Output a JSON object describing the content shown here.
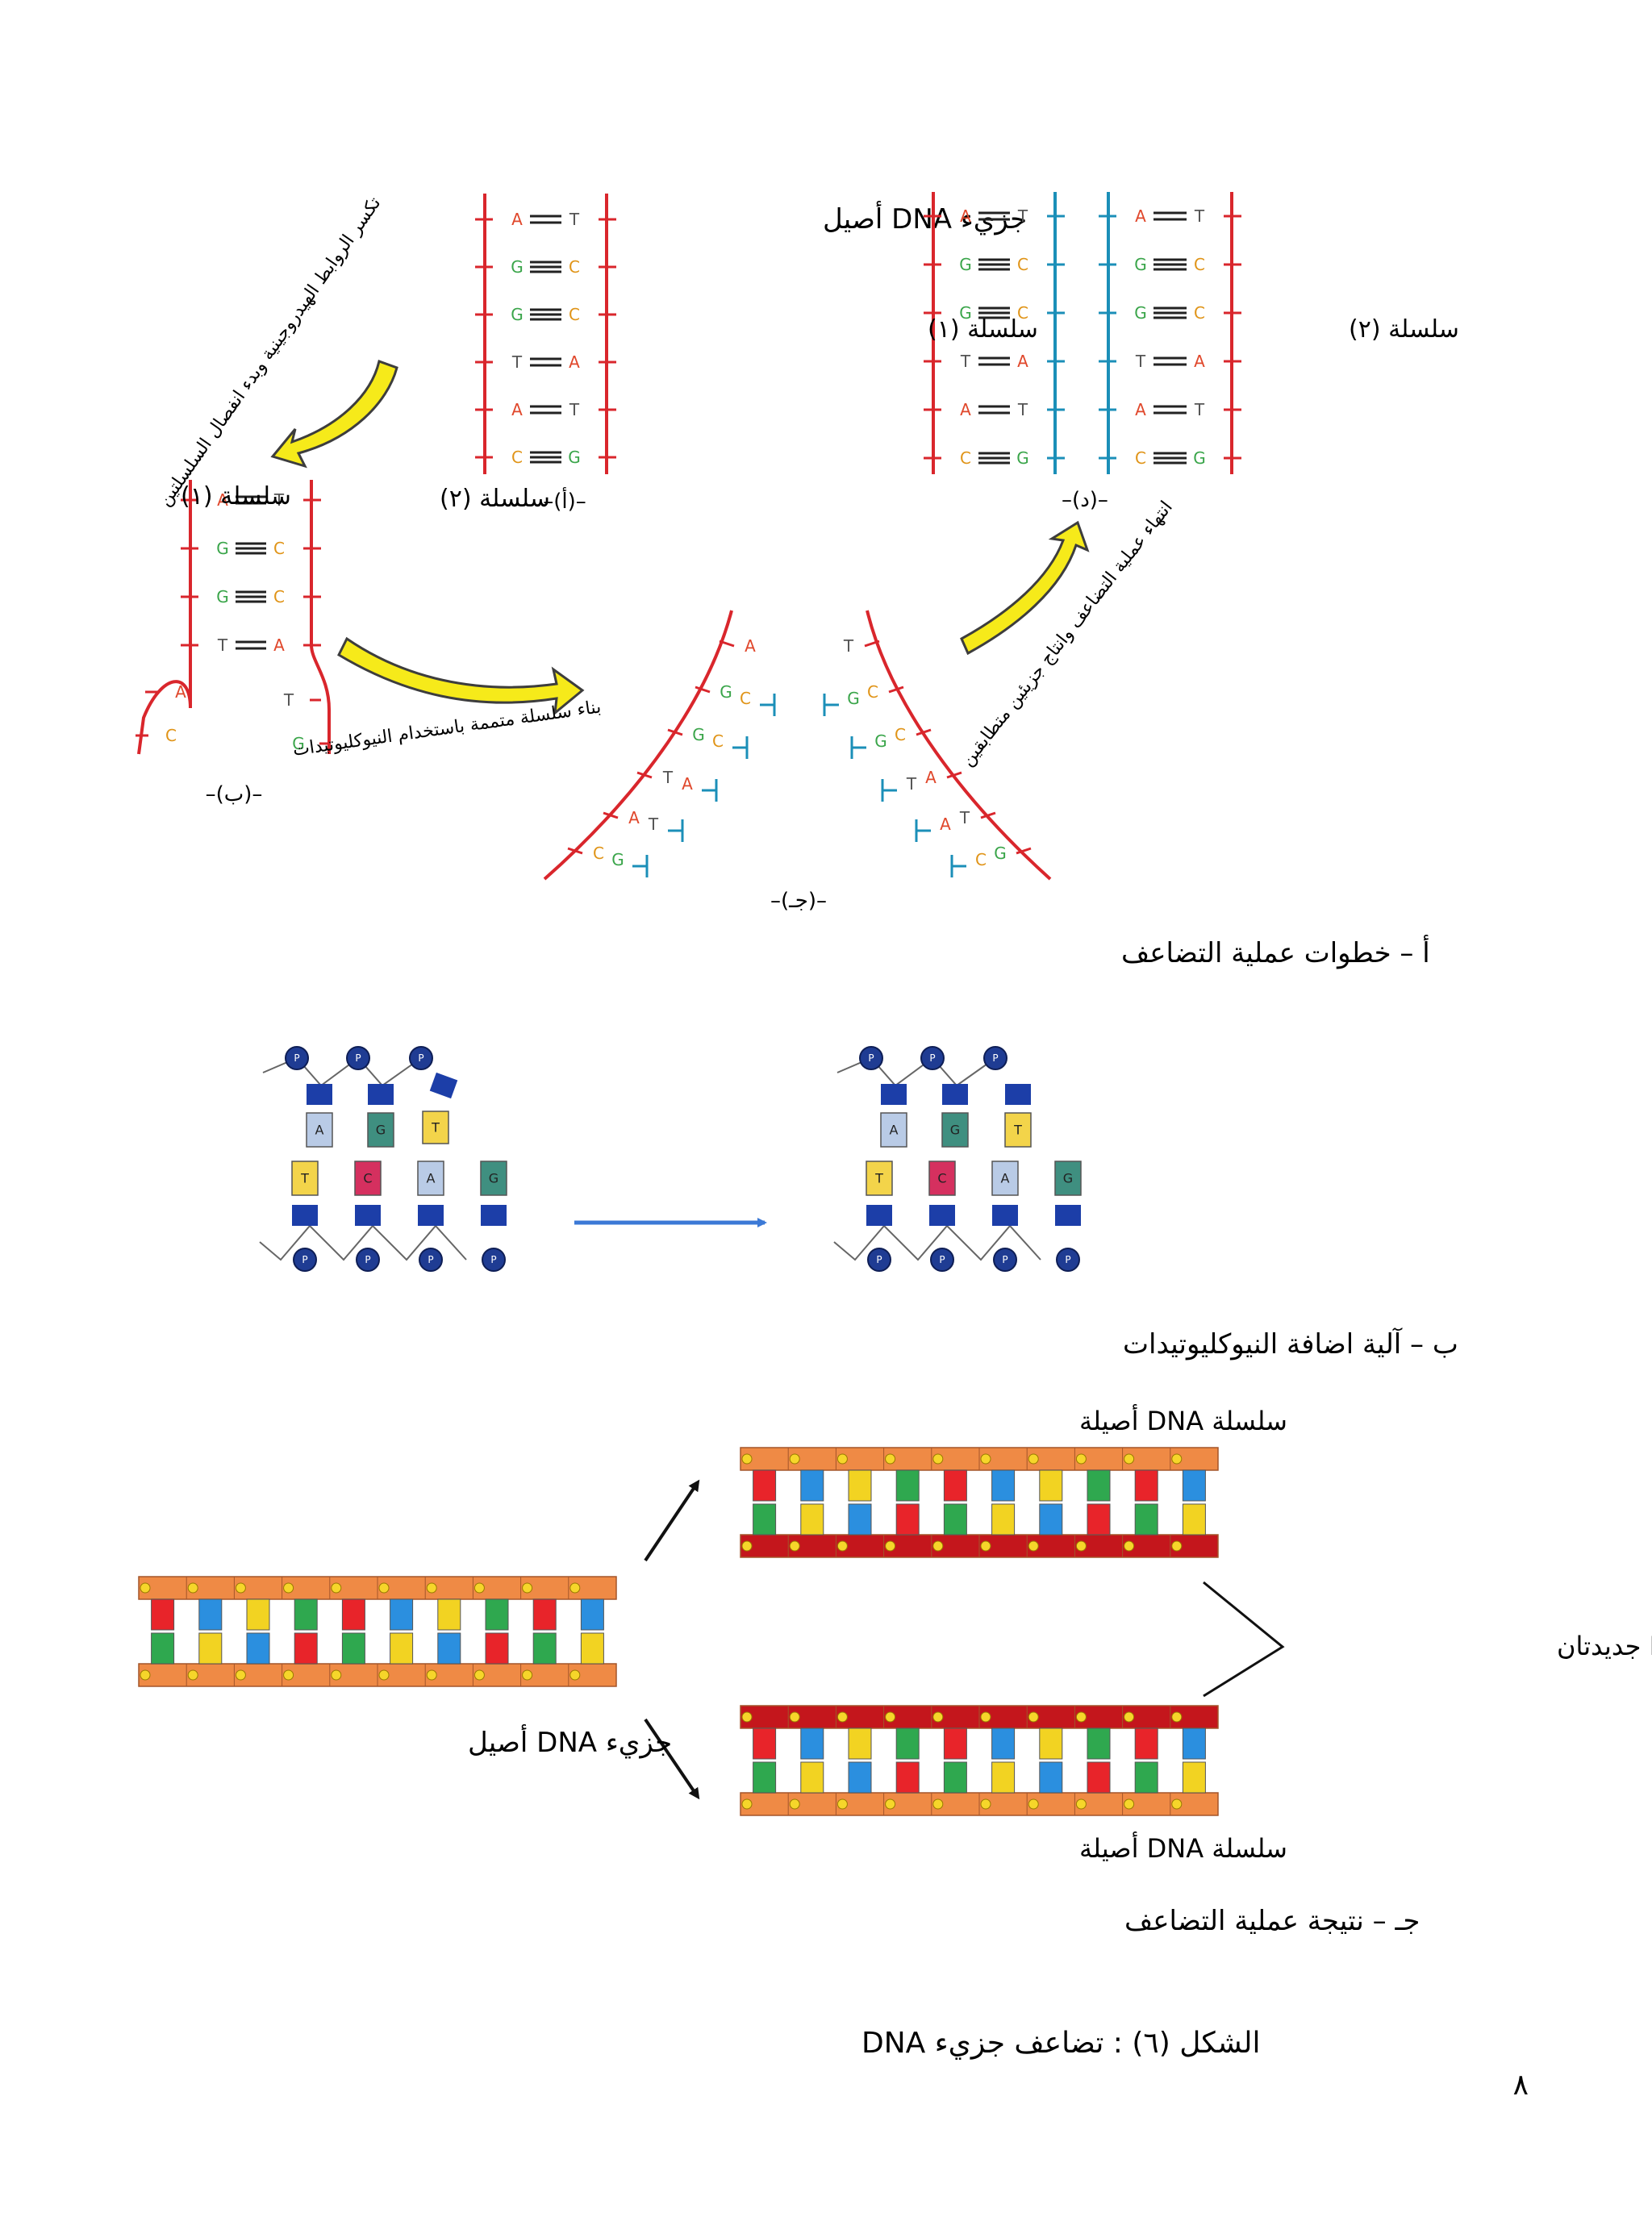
{
  "figure": {
    "caption": "الشكل (٦) : تضاعف جزيء DNA",
    "page_number": "٨"
  },
  "part_a": {
    "title": "أ – خطوات عملية التضاعف",
    "stage_a": {
      "label": "–(أ)–",
      "molecule_label": "جزيء DNA أصيل",
      "pairs": [
        [
          "A",
          "T"
        ],
        [
          "G",
          "C"
        ],
        [
          "G",
          "C"
        ],
        [
          "T",
          "A"
        ],
        [
          "A",
          "T"
        ],
        [
          "C",
          "G"
        ]
      ]
    },
    "stage_b": {
      "label": "–(ب)–",
      "strand1_label": "سلسلة (١)",
      "strand2_label": "سلسلة (٢)",
      "pairs": [
        [
          "A",
          "T"
        ],
        [
          "G",
          "C"
        ],
        [
          "G",
          "C"
        ],
        [
          "T",
          "A"
        ]
      ],
      "left_free": [
        "A",
        "C"
      ],
      "right_free": [
        "T",
        "G"
      ]
    },
    "stage_c": {
      "label": "–(جـ)–",
      "left_bases": [
        [
          "A",
          ""
        ],
        [
          "G",
          "C"
        ],
        [
          "G",
          "C"
        ],
        [
          "T",
          "A"
        ],
        [
          "A",
          "T"
        ],
        [
          "C",
          "G"
        ]
      ],
      "right_bases": [
        [
          "T",
          ""
        ],
        [
          "C",
          "G"
        ],
        [
          "C",
          "G"
        ],
        [
          "A",
          "T"
        ],
        [
          "T",
          "A"
        ],
        [
          "G",
          "C"
        ]
      ]
    },
    "stage_d": {
      "label": "–(د)–",
      "strand1_label": "سلسلة (١)",
      "strand2_label": "سلسلة (٢)",
      "pairs": [
        [
          "A",
          "T"
        ],
        [
          "G",
          "C"
        ],
        [
          "G",
          "C"
        ],
        [
          "T",
          "A"
        ],
        [
          "A",
          "T"
        ],
        [
          "C",
          "G"
        ]
      ]
    },
    "arrows": {
      "a_to_b": "تكسر الروابط الهيدروجينية وبدء انفصال السلسلتين",
      "b_to_c": "بناء سلسلة متممة باستخدام النيوكليوتيدات",
      "c_to_d": "انتهاء عملية التضاعف وانتاج جزيئين متطابقين"
    }
  },
  "part_b": {
    "title": "ب – آلية اضافة النيوكليوتيدات",
    "phosphate_label": "P",
    "before": {
      "top_bases": [
        "A",
        "G"
      ],
      "incoming_base": "T",
      "bottom_bases": [
        "T",
        "C",
        "A",
        "G"
      ]
    },
    "after": {
      "top_bases": [
        "A",
        "G",
        "T"
      ],
      "bottom_bases": [
        "T",
        "C",
        "A",
        "G"
      ]
    }
  },
  "part_c": {
    "title": "جـ – نتيجة عملية التضاعف",
    "original_molecule_label": "جزيء DNA أصيل",
    "original_strand_label_top": "سلسلة DNA أصيلة",
    "original_strand_label_bottom": "سلسلة DNA أصيلة",
    "new_strands_label": "سلسلتا DNA جديدتان"
  },
  "colors": {
    "original_strand": "#d9262c",
    "new_strand": "#1b8fb8",
    "A": "#e0472b",
    "T": "#555555",
    "G": "#3aa54a",
    "C": "#e09418",
    "arrow_yellow": "#f6ea1a",
    "ladder_orange": "#ef8a45",
    "ladder_dark_red": "#c4161c",
    "phosphate_blue": "#1f3c93",
    "block_blue": "#1c3ea8",
    "blue_arrow": "#3b79d6"
  }
}
